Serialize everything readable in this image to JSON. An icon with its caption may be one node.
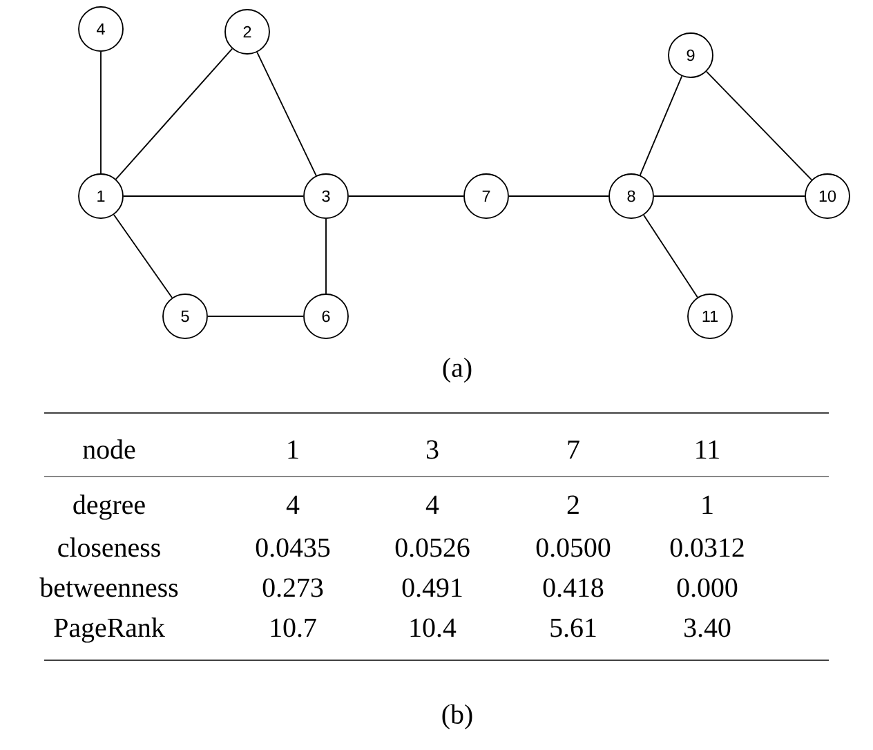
{
  "diagram": {
    "nodes": [
      {
        "text": [
          "1"
        ]
      },
      {
        "text": [
          "2"
        ]
      },
      {
        "text": [
          "3"
        ]
      },
      {
        "text": [
          "4"
        ]
      },
      {
        "text": [
          "5"
        ]
      },
      {
        "text": [
          "6"
        ]
      },
      {
        "text": [
          "7"
        ]
      },
      {
        "text": [
          "8"
        ]
      },
      {
        "text": [
          "9"
        ]
      },
      {
        "text": [
          "10"
        ]
      },
      {
        "text": [
          "11"
        ]
      }
    ],
    "edges": [
      {
        "from": 0,
        "to": 3,
        "arrow": "none"
      },
      {
        "from": 0,
        "to": 1,
        "arrow": "none"
      },
      {
        "from": 1,
        "to": 2,
        "arrow": "none"
      },
      {
        "from": 0,
        "to": 2,
        "arrow": "none"
      },
      {
        "from": 0,
        "to": 4,
        "arrow": "none"
      },
      {
        "from": 4,
        "to": 5,
        "arrow": "none"
      },
      {
        "from": 5,
        "to": 2,
        "arrow": "none"
      },
      {
        "from": 2,
        "to": 6,
        "arrow": "none"
      },
      {
        "from": 6,
        "to": 7,
        "arrow": "none"
      },
      {
        "from": 7,
        "to": 8,
        "arrow": "none"
      },
      {
        "from": 8,
        "to": 9,
        "arrow": "none"
      },
      {
        "from": 7,
        "to": 9,
        "arrow": "none"
      },
      {
        "from": 7,
        "to": 10,
        "arrow": "none"
      }
    ],
    "labels": [
      "(a)",
      "node",
      "1",
      "3",
      "7",
      "11",
      "degree",
      "4",
      "4",
      "2",
      "1",
      "closeness",
      "0.0435",
      "0.0526",
      "0.0500",
      "0.0312",
      "betweenness",
      "0.273",
      "0.491",
      "0.418",
      "0.000",
      "PageRank",
      "10.7",
      "10.4",
      "5.61",
      "3.40",
      "(b)"
    ]
  }
}
